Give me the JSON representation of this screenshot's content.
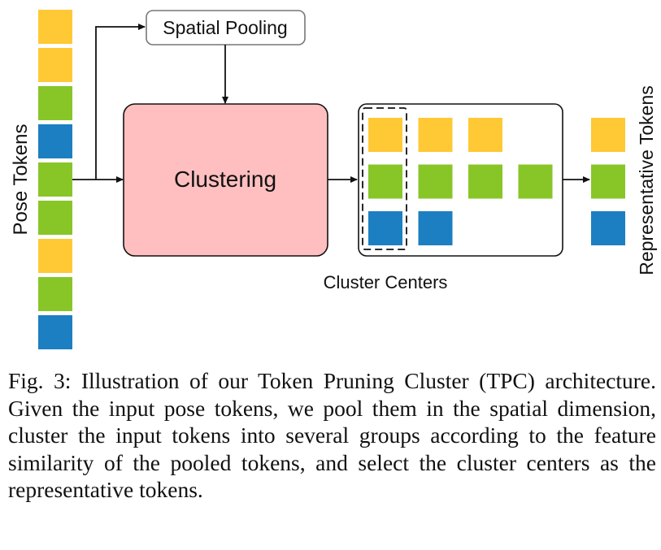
{
  "colors": {
    "yellow": "#FFC935",
    "green": "#88C628",
    "blue": "#1C7FC2",
    "clustering_fill": "#FFBFC0",
    "line": "#111111"
  },
  "labels": {
    "pose_tokens": "Pose Tokens",
    "spatial_pooling": "Spatial Pooling",
    "clustering": "Clustering",
    "cluster_centers": "Cluster Centers",
    "representative_tokens": "Representative Tokens"
  },
  "pose_tokens": [
    "yellow",
    "yellow",
    "green",
    "blue",
    "green",
    "green",
    "yellow",
    "green",
    "blue"
  ],
  "cluster_rows": [
    [
      "yellow",
      "yellow",
      "yellow"
    ],
    [
      "green",
      "green",
      "green",
      "green"
    ],
    [
      "blue",
      "blue"
    ]
  ],
  "representative_tokens": [
    "yellow",
    "green",
    "blue"
  ],
  "caption": {
    "label": "Fig. 3:",
    "text": "Illustration of our Token Pruning Cluster (TPC) architecture. Given the input pose tokens, we pool them in the spatial dimension, cluster the input tokens into several groups according to the feature similarity of the pooled tokens, and select the cluster centers as the representative tokens."
  }
}
